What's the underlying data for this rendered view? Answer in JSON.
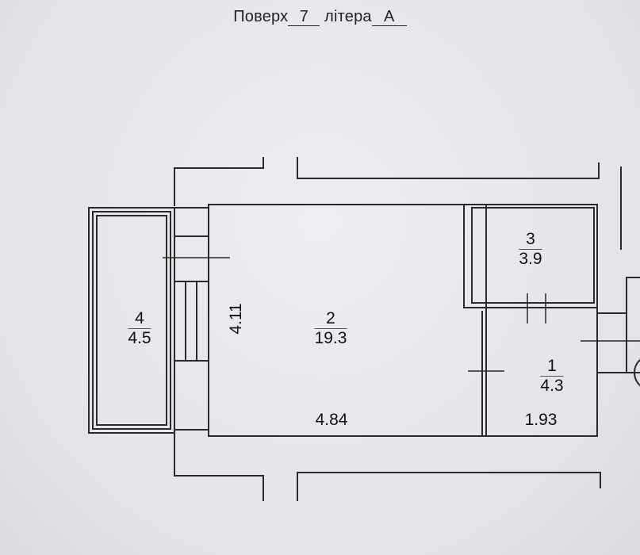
{
  "header": {
    "floor_label": "Поверх",
    "floor_value": "7",
    "letter_label": "літера",
    "letter_value": "А"
  },
  "rooms": [
    {
      "number": "1",
      "area": "4.3"
    },
    {
      "number": "2",
      "area": "19.3"
    },
    {
      "number": "3",
      "area": "3.9"
    },
    {
      "number": "4",
      "area": "4.5"
    }
  ],
  "dimensions": {
    "room2_height": "4.11",
    "room2_width": "4.84",
    "room1_width": "1.93"
  },
  "colors": {
    "line": "#2a2a2a",
    "paper": "#e6e8eb"
  }
}
